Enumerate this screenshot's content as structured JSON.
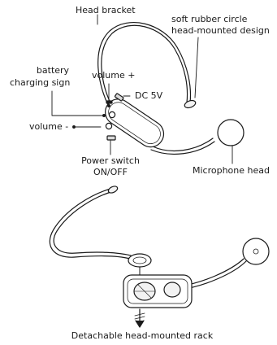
{
  "labels": {
    "head_bracket": "Head bracket",
    "soft_rubber_line1": "soft rubber circle",
    "soft_rubber_line2": "head-mounted design",
    "battery_line1": "battery",
    "battery_line2": "charging sign",
    "volume_plus": "volume +",
    "dc": "DC  5V",
    "volume_minus": "volume -",
    "power_line1": "Power switch",
    "power_line2": "ON/OFF",
    "mic_head": "Microphone head",
    "detachable": "Detachable head-mounted rack"
  },
  "colors": {
    "ink": "#1a1a1a",
    "fill_light": "#f2f2f2",
    "fill_mid": "#d9d9d9"
  }
}
